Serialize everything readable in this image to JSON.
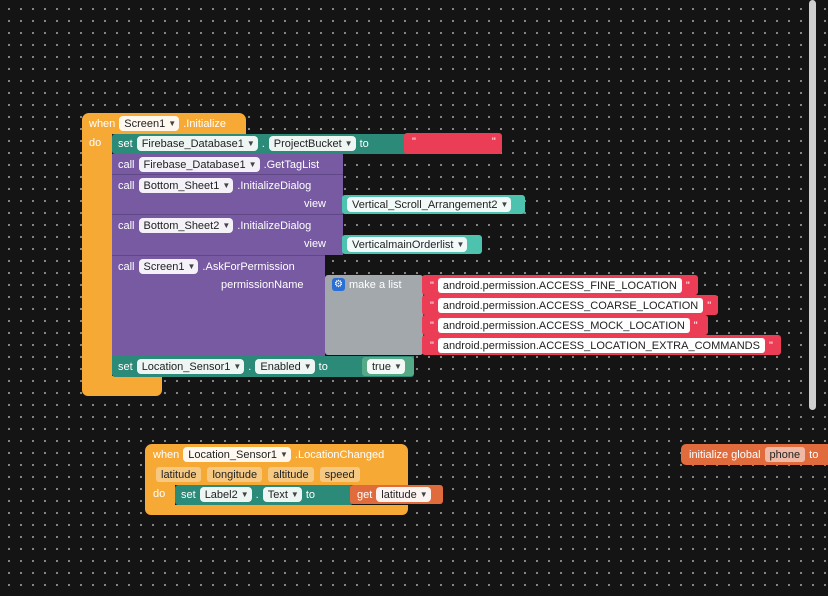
{
  "colors": {
    "event": "#F7A935",
    "component_set": "#2B8A78",
    "component_call": "#775AA2",
    "component_obj": "#4DC2AE",
    "text": "#EB3E56",
    "list": "#A3A8AD",
    "variables": "#E06B3D",
    "logic": "#55A987"
  },
  "block1": {
    "when": "when",
    "component": "Screen1",
    "event": ".Initialize",
    "do": "do",
    "set1": {
      "set": "set",
      "component": "Firebase_Database1",
      "property": "ProjectBucket",
      "to": "to",
      "value": "█"
    },
    "call1": {
      "call": "call",
      "component": "Firebase_Database1",
      "method": ".GetTagList"
    },
    "call2": {
      "call": "call",
      "component": "Bottom_Sheet1",
      "method": ".InitializeDialog",
      "param": "view",
      "arg": "Vertical_Scroll_Arrangement2"
    },
    "call3": {
      "call": "call",
      "component": "Bottom_Sheet2",
      "method": ".InitializeDialog",
      "param": "view",
      "arg": "VerticalmainOrderlist"
    },
    "call4": {
      "call": "call",
      "component": "Screen1",
      "method": ".AskForPermission",
      "param": "permissionName",
      "list_label": "make a list",
      "items": [
        "android.permission.ACCESS_FINE_LOCATION",
        "android.permission.ACCESS_COARSE_LOCATION",
        "android.permission.ACCESS_MOCK_LOCATION",
        "android.permission.ACCESS_LOCATION_EXTRA_COMMANDS"
      ]
    },
    "set2": {
      "set": "set",
      "component": "Location_Sensor1",
      "property": "Enabled",
      "to": "to",
      "value": "true"
    }
  },
  "block2": {
    "when": "when",
    "component": "Location_Sensor1",
    "event": ".LocationChanged",
    "params": [
      "latitude",
      "longitude",
      "altitude",
      "speed"
    ],
    "do": "do",
    "set": {
      "set": "set",
      "component": "Label2",
      "property": "Text",
      "to": "to",
      "get": "get",
      "var": "latitude"
    }
  },
  "block3": {
    "init": "initialize global",
    "name": "phone",
    "to": "to"
  },
  "icons": {
    "gear": "gear-icon",
    "dropdown": "chevron-down-icon"
  }
}
